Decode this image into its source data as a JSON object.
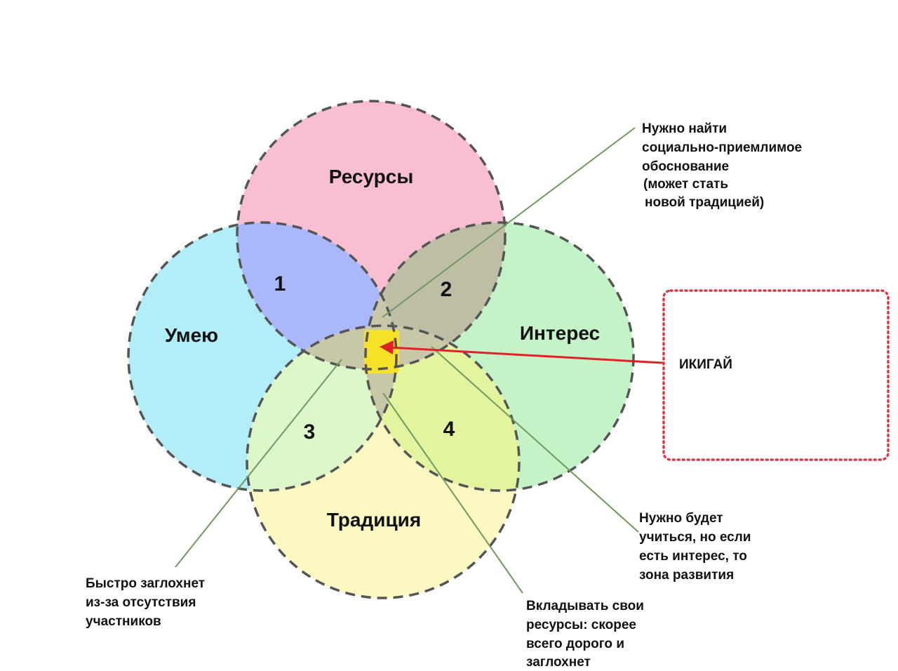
{
  "circles": {
    "resources": {
      "label": "Ресурсы",
      "color": "#f9bfd1"
    },
    "skills": {
      "label": "Умею",
      "color": "#b2eef8"
    },
    "interest": {
      "label": "Интерес",
      "color": "#c3f3c6"
    },
    "tradition": {
      "label": "Традиция",
      "color": "#fbf9c1"
    }
  },
  "zones": [
    "1",
    "2",
    "3",
    "4"
  ],
  "center": {
    "label": "ИКИГАЙ",
    "color": "#f6e229",
    "arrow_color": "#e0202a"
  },
  "notes": {
    "zone2": [
      "Нужно найти",
      "социально-приемлимое",
      "обоснование",
      "(может стать",
      "новой традицией)"
    ],
    "zone4": [
      "Нужно будет",
      "учиться, но если",
      "есть интерес, то",
      "зона развития"
    ],
    "zone3": [
      "Быстро заглохнет",
      "из-за отсутствия",
      "участников"
    ],
    "center_bottom": [
      "Вкладывать свои",
      "ресурсы: скорее",
      "всего дорого и",
      "заглохнет"
    ]
  },
  "colors": {
    "overlap_1": "#a8b8fa",
    "overlap_2": "#bdbea4",
    "overlap_3": "#dcf8c8",
    "overlap_4": "#e3f49e",
    "center_band": "#c8c8a8",
    "dashed_border": "#555555",
    "leader_line": "#6e9a5e",
    "dotted_frame": "#d83a48"
  }
}
